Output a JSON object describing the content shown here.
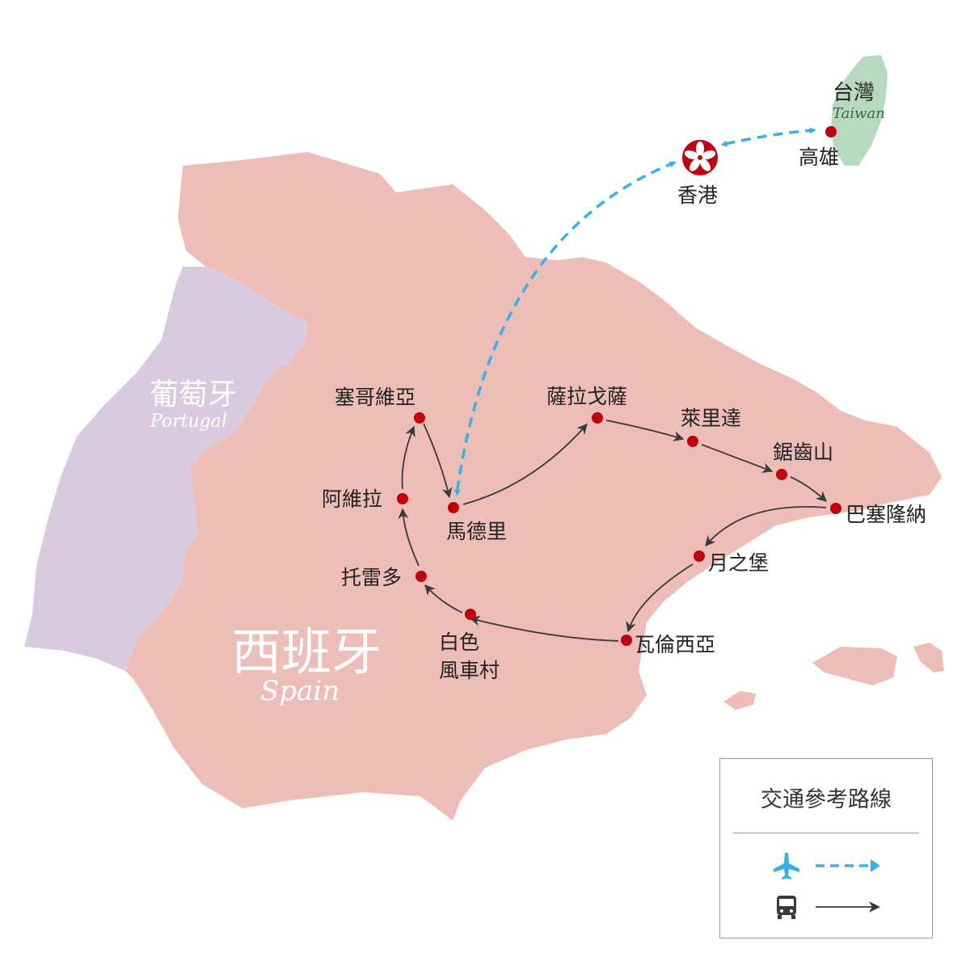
{
  "map": {
    "countries": {
      "spain": {
        "name_zh": "西班牙",
        "name_en": "Spain",
        "color": "#edbdb8"
      },
      "portugal": {
        "name_zh": "葡萄牙",
        "name_en": "Portugal",
        "color": "#d9cae0"
      },
      "taiwan": {
        "name_zh": "台灣",
        "name_en": "Taiwan",
        "color": "#b7d9bf"
      }
    },
    "cities": {
      "kaohsiung": "高雄",
      "hongkong": "香港",
      "segovia": "塞哥維亞",
      "avila": "阿維拉",
      "madrid": "馬德里",
      "toledo": "托雷多",
      "white_village": "白色",
      "white_village_2": "風車村",
      "zaragoza": "薩拉戈薩",
      "lleida": "萊里達",
      "montserrat": "鋸齒山",
      "barcelona": "巴塞隆納",
      "peniscola": "月之堡",
      "valencia": "瓦倫西亞"
    },
    "marker_color": "#c0000b",
    "flight_color": "#39b0e6",
    "road_color": "#3a3a3a"
  },
  "legend": {
    "title": "交通參考路線",
    "items": [
      {
        "icon": "airplane-icon",
        "style": "dashed",
        "color": "#39b0e6"
      },
      {
        "icon": "bus-icon",
        "style": "solid",
        "color": "#3a3a3a"
      }
    ]
  }
}
